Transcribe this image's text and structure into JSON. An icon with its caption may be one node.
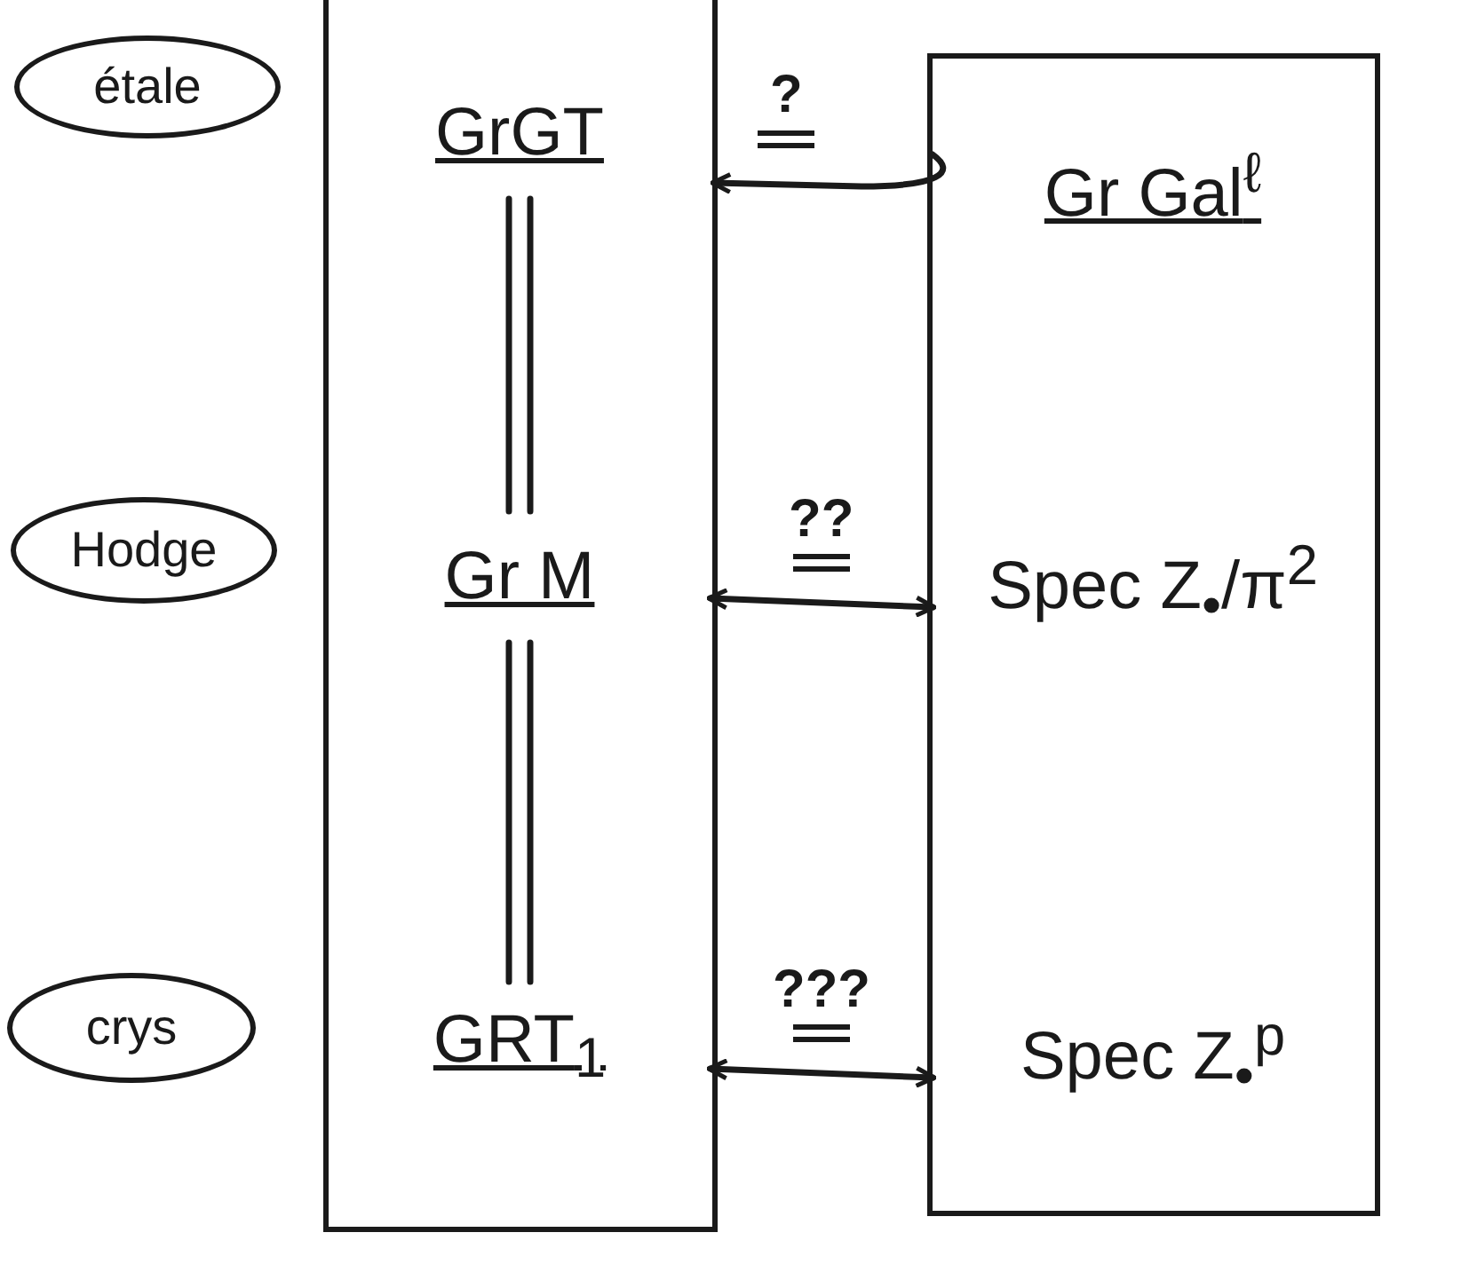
{
  "diagram": {
    "nodes": [
      {
        "text": [
          "étale"
        ]
      },
      {
        "text": [
          "Hodge"
        ]
      },
      {
        "text": [
          "crys"
        ]
      },
      {
        "text": [],
        "shape": "box"
      },
      {
        "text": [
          "GrGT"
        ],
        "in": 3
      },
      {
        "text": [
          "Gr M"
        ],
        "in": 3
      },
      {
        "text": [
          "GRT$_{1}$"
        ],
        "in": 3
      },
      {
        "text": [],
        "shape": "box"
      },
      {
        "text": [
          "Gr Gal$^{ℓ}$"
        ],
        "in": 7
      },
      {
        "text": [
          "Spec Z$_{•}$/π$^{2}$"
        ],
        "in": 7
      },
      {
        "text": [
          "Spec Z$_{•}$$^{p}$"
        ],
        "in": 7
      }
    ],
    "edges": [
      {
        "from": 4,
        "to": 5,
        "arrow": "none"
      },
      {
        "from": 5,
        "to": 6,
        "arrow": "none"
      },
      {
        "from": 8,
        "to": 4,
        "arrow": "to",
        "label": "?"
      },
      {
        "from": 5,
        "to": 9,
        "arrow": "both",
        "label": "??"
      },
      {
        "from": 6,
        "to": 10,
        "arrow": "both",
        "label": "???"
      }
    ]
  }
}
